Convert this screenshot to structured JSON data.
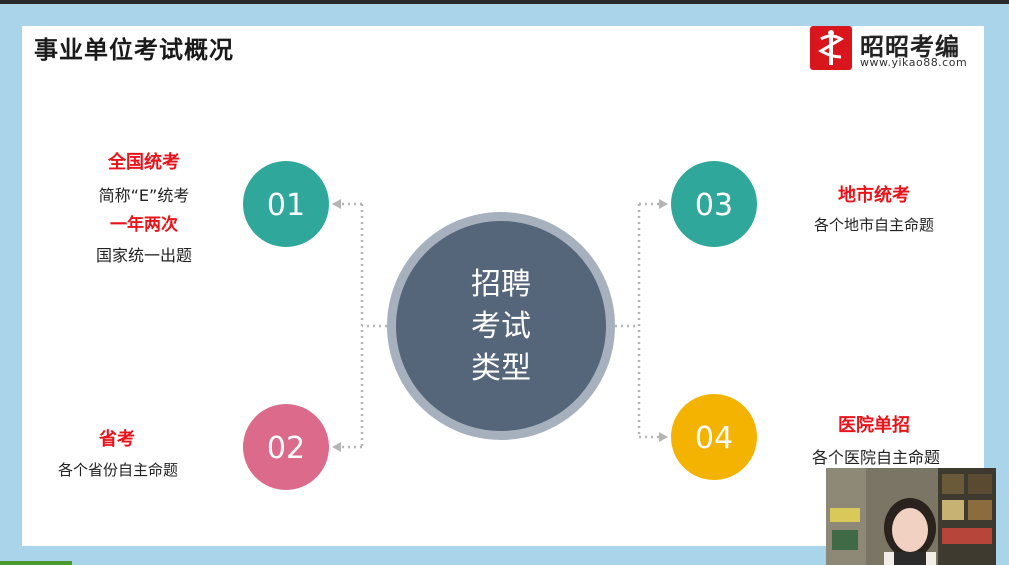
{
  "slide": {
    "title": "事业单位考试概况"
  },
  "logo": {
    "name": "昭昭考编",
    "url": "www.yikao88.com",
    "brand_color": "#d8161c"
  },
  "center": {
    "lines": [
      "招聘",
      "考试",
      "类型"
    ],
    "fill": "#55657a",
    "ring": "#a7b1be"
  },
  "nodes": [
    {
      "number": "01",
      "color": "#2fa79a"
    },
    {
      "number": "02",
      "color": "#dc6b8b"
    },
    {
      "number": "03",
      "color": "#2fa79a"
    },
    {
      "number": "04",
      "color": "#f4b300"
    }
  ],
  "descriptions": {
    "n01": {
      "title": "全国统考",
      "line1": "简称“E”统考",
      "highlight": "一年两次",
      "line2": "国家统一出题"
    },
    "n02": {
      "title": "省考",
      "line1": "各个省份自主命题"
    },
    "n03": {
      "title": "地市统考",
      "line1": "各个地市自主命题"
    },
    "n04": {
      "title": "医院单招",
      "line1": "各个医院自主命题"
    }
  },
  "connector_color": "#b5b5b5",
  "highlight_color": "#e8141b"
}
